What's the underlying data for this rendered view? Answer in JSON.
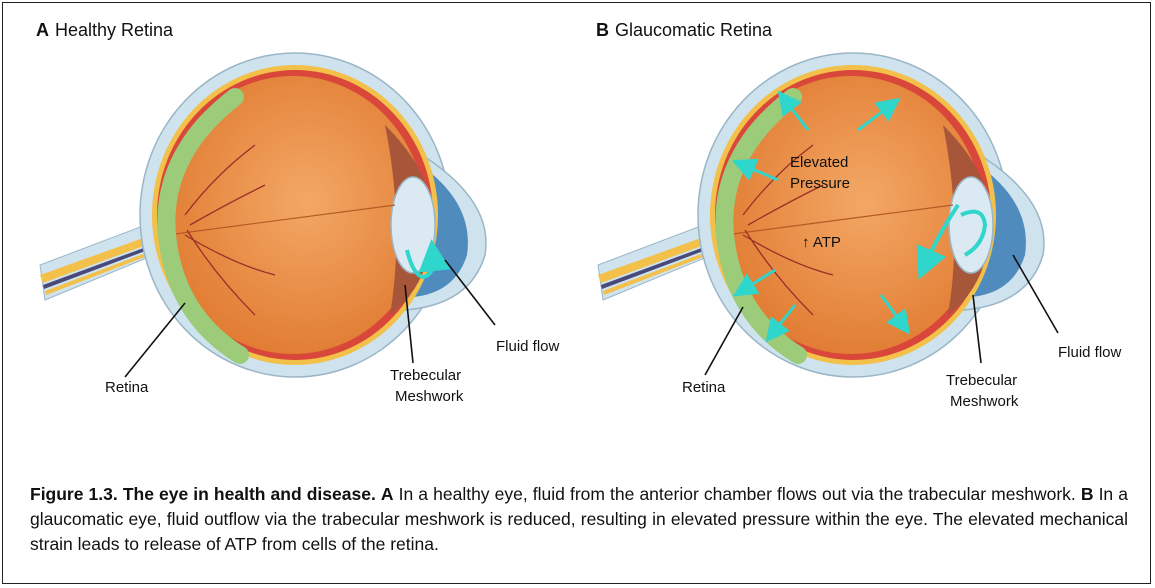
{
  "panel_a": {
    "letter": "A",
    "title": "Healthy Retina",
    "labels": {
      "retina": "Retina",
      "trabecular_1": "Trebecular",
      "trabecular_2": "Meshwork",
      "fluid_flow": "Fluid flow"
    }
  },
  "panel_b": {
    "letter": "B",
    "title": "Glaucomatic Retina",
    "labels": {
      "retina": "Retina",
      "trabecular_1": "Trebecular",
      "trabecular_2": "Meshwork",
      "fluid_flow": "Fluid flow",
      "pressure_1": "Elevated",
      "pressure_2": "Pressure",
      "atp": "↑ ATP"
    }
  },
  "caption": {
    "fig_label": "Figure 1.3. The eye in health and disease.",
    "a_letter": "A",
    "a_text": " In a healthy eye, fluid from the anterior chamber flows out via the trabecular meshwork. ",
    "b_letter": "B",
    "b_text": " In a glaucomatic eye, fluid outflow via the trabecular meshwork is reduced, resulting in elevated pressure within the eye. The elevated mechanical strain leads to release of ATP from cells of the retina."
  },
  "colors": {
    "sclera": "#cfe3ee",
    "eye_orange": "#e8853d",
    "eye_inner": "#f0a35a",
    "red_layer": "#d9463a",
    "yellow_layer": "#f3c04a",
    "retina_green": "#9ccb7a",
    "arrow_cyan": "#2fd6cc",
    "cornea_blue": "#3a7bb5"
  }
}
